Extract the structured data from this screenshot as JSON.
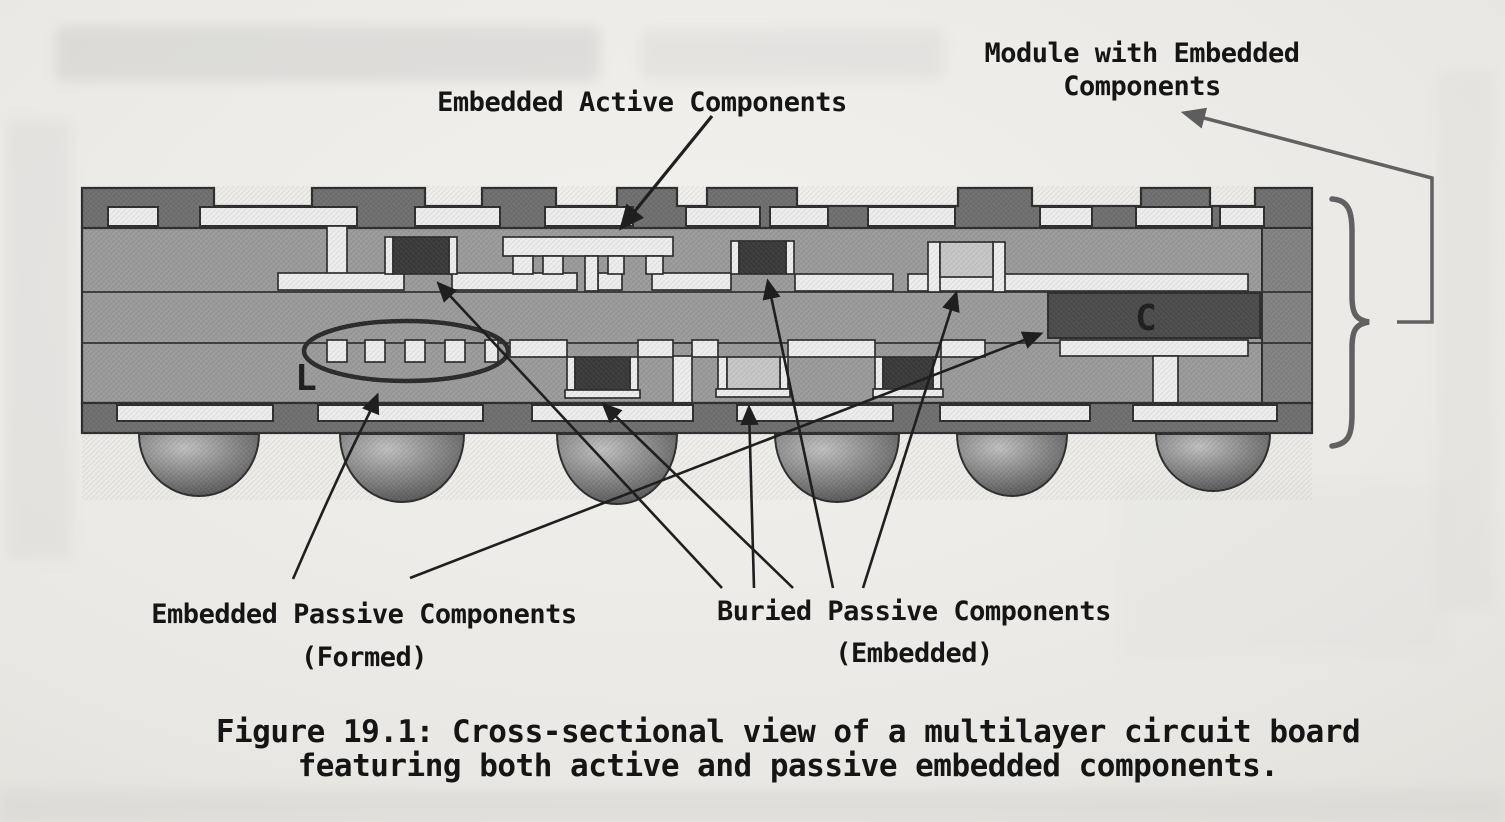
{
  "figure": {
    "labels": {
      "active": "Embedded Active Components",
      "module_line1": "Module with Embedded",
      "module_line2": "Components",
      "formed_line1": "Embedded Passive Components",
      "formed_line2": "(Formed)",
      "buried_line1": "Buried Passive Components",
      "buried_line2": "(Embedded)"
    },
    "component_letters": {
      "inductor": "L",
      "capacitor": "C"
    },
    "caption": {
      "line1": "Figure 19.1: Cross-sectional view of a multilayer circuit board",
      "line2": "featuring both active and passive embedded components."
    }
  },
  "colors": {
    "paper": "#e9e7e3",
    "paper_light": "#f3f2ef",
    "board": "#9b9b9b",
    "band_dark": "#6f6f6f",
    "right_cap": "#828282",
    "pad": "#ededed",
    "comp_dark": "#3a3a3a",
    "comp_mid": "#4c4c4c",
    "comp_light": "#c6c6c6",
    "outline": "#2e2e2e",
    "line_dark": "#1f1f1f",
    "line_gray": "#616161",
    "text": "#151515",
    "ball_hi": "#c0c0c0",
    "ball_mid": "#8a8a8a",
    "ball_lo": "#4a4a4a"
  }
}
